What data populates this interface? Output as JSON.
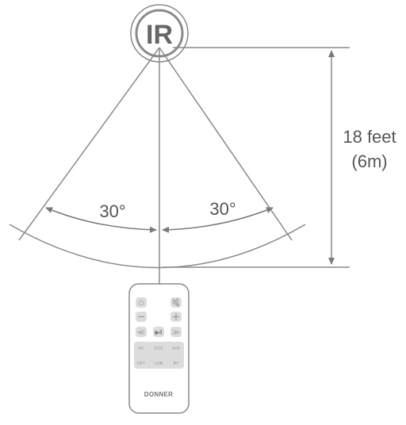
{
  "sensor": {
    "label": "IR"
  },
  "angles": {
    "left": "30°",
    "right": "30°"
  },
  "distance": {
    "line1": "18 feet",
    "line2": "(6m)"
  },
  "remote": {
    "brand": "DONNER",
    "buttons": {
      "power": "⏻",
      "mute": "🔇",
      "vol_down": "—",
      "vol_up": "+",
      "prev": "≪",
      "play_pause": "▶‖",
      "next": "≫",
      "pc": "PC",
      "cox": "COX",
      "aux": "AUX",
      "opt": "OPT",
      "usb": "USB",
      "bt": "BT"
    }
  },
  "colors": {
    "line": "#8a8a8a",
    "text": "#555555",
    "button": "#dcdcdc",
    "button_text": "#9a9a9a"
  }
}
